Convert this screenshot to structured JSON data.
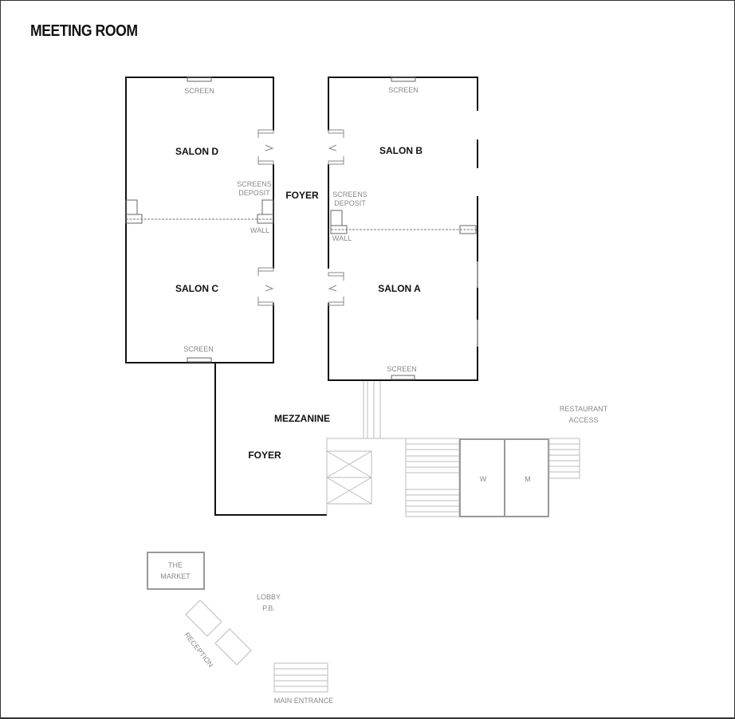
{
  "title": "MEETING ROOM",
  "rooms": {
    "salon_d": "SALON D",
    "salon_c": "SALON C",
    "salon_b": "SALON B",
    "salon_a": "SALON A",
    "foyer_upper": "FOYER",
    "mezzanine": "MEZZANINE",
    "foyer_lower": "FOYER"
  },
  "labels": {
    "screen_d": "SCREEN",
    "screen_c": "SCREEN",
    "screen_b": "SCREEN",
    "screen_a": "SCREEN",
    "screens_deposit_left_1": "SCREENS",
    "screens_deposit_left_2": "DEPOSIT",
    "screens_deposit_right_1": "SCREENS",
    "screens_deposit_right_2": "DEPOSIT",
    "wall_left": "WALL",
    "wall_right": "WALL",
    "restaurant_access_1": "RESTAURANT",
    "restaurant_access_2": "ACCESS",
    "restroom_w": "W",
    "restroom_m": "M",
    "the_market_1": "THE",
    "the_market_2": "MARKET",
    "lobby_1": "LOBBY",
    "lobby_2": "P.B.",
    "reception": "RECEPTION",
    "main_entrance": "MAIN ENTRANCE"
  },
  "colors": {
    "wall": "#111111",
    "fixture": "#999999",
    "light_fixture": "#c8c8c8",
    "label_gray": "#888888",
    "background": "#ffffff"
  }
}
